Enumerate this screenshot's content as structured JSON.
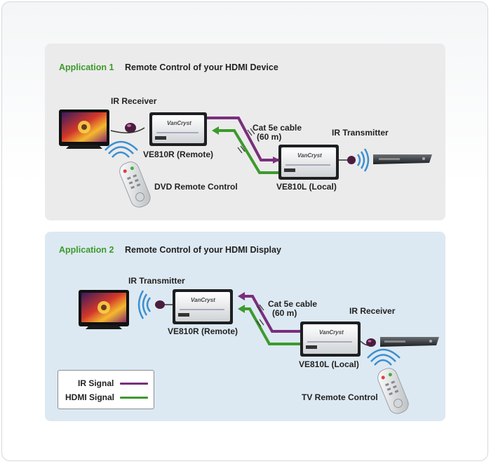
{
  "colors": {
    "ir": "#7a2e7d",
    "hdmi": "#3d9a2d",
    "accent": "#3d9a2d"
  },
  "app1": {
    "tag": "Application 1",
    "title": "Remote Control of your HDMI Device",
    "ir_receiver": "IR Receiver",
    "remote_unit": "VE810R (Remote)",
    "cable_line1": "Cat 5e cable",
    "cable_line2": "(60 m)",
    "ir_transmitter": "IR Transmitter",
    "local_unit": "VE810L (Local)",
    "remote_control": "DVD Remote Control"
  },
  "app2": {
    "tag": "Application 2",
    "title": "Remote Control of your HDMI Display",
    "ir_transmitter": "IR Transmitter",
    "remote_unit": "VE810R (Remote)",
    "cable_line1": "Cat 5e cable",
    "cable_line2": "(60 m)",
    "ir_receiver": "IR Receiver",
    "local_unit": "VE810L (Local)",
    "remote_control": "TV Remote Control"
  },
  "legend": {
    "ir_label": "IR Signal",
    "hdmi_label": "HDMI  Signal"
  }
}
